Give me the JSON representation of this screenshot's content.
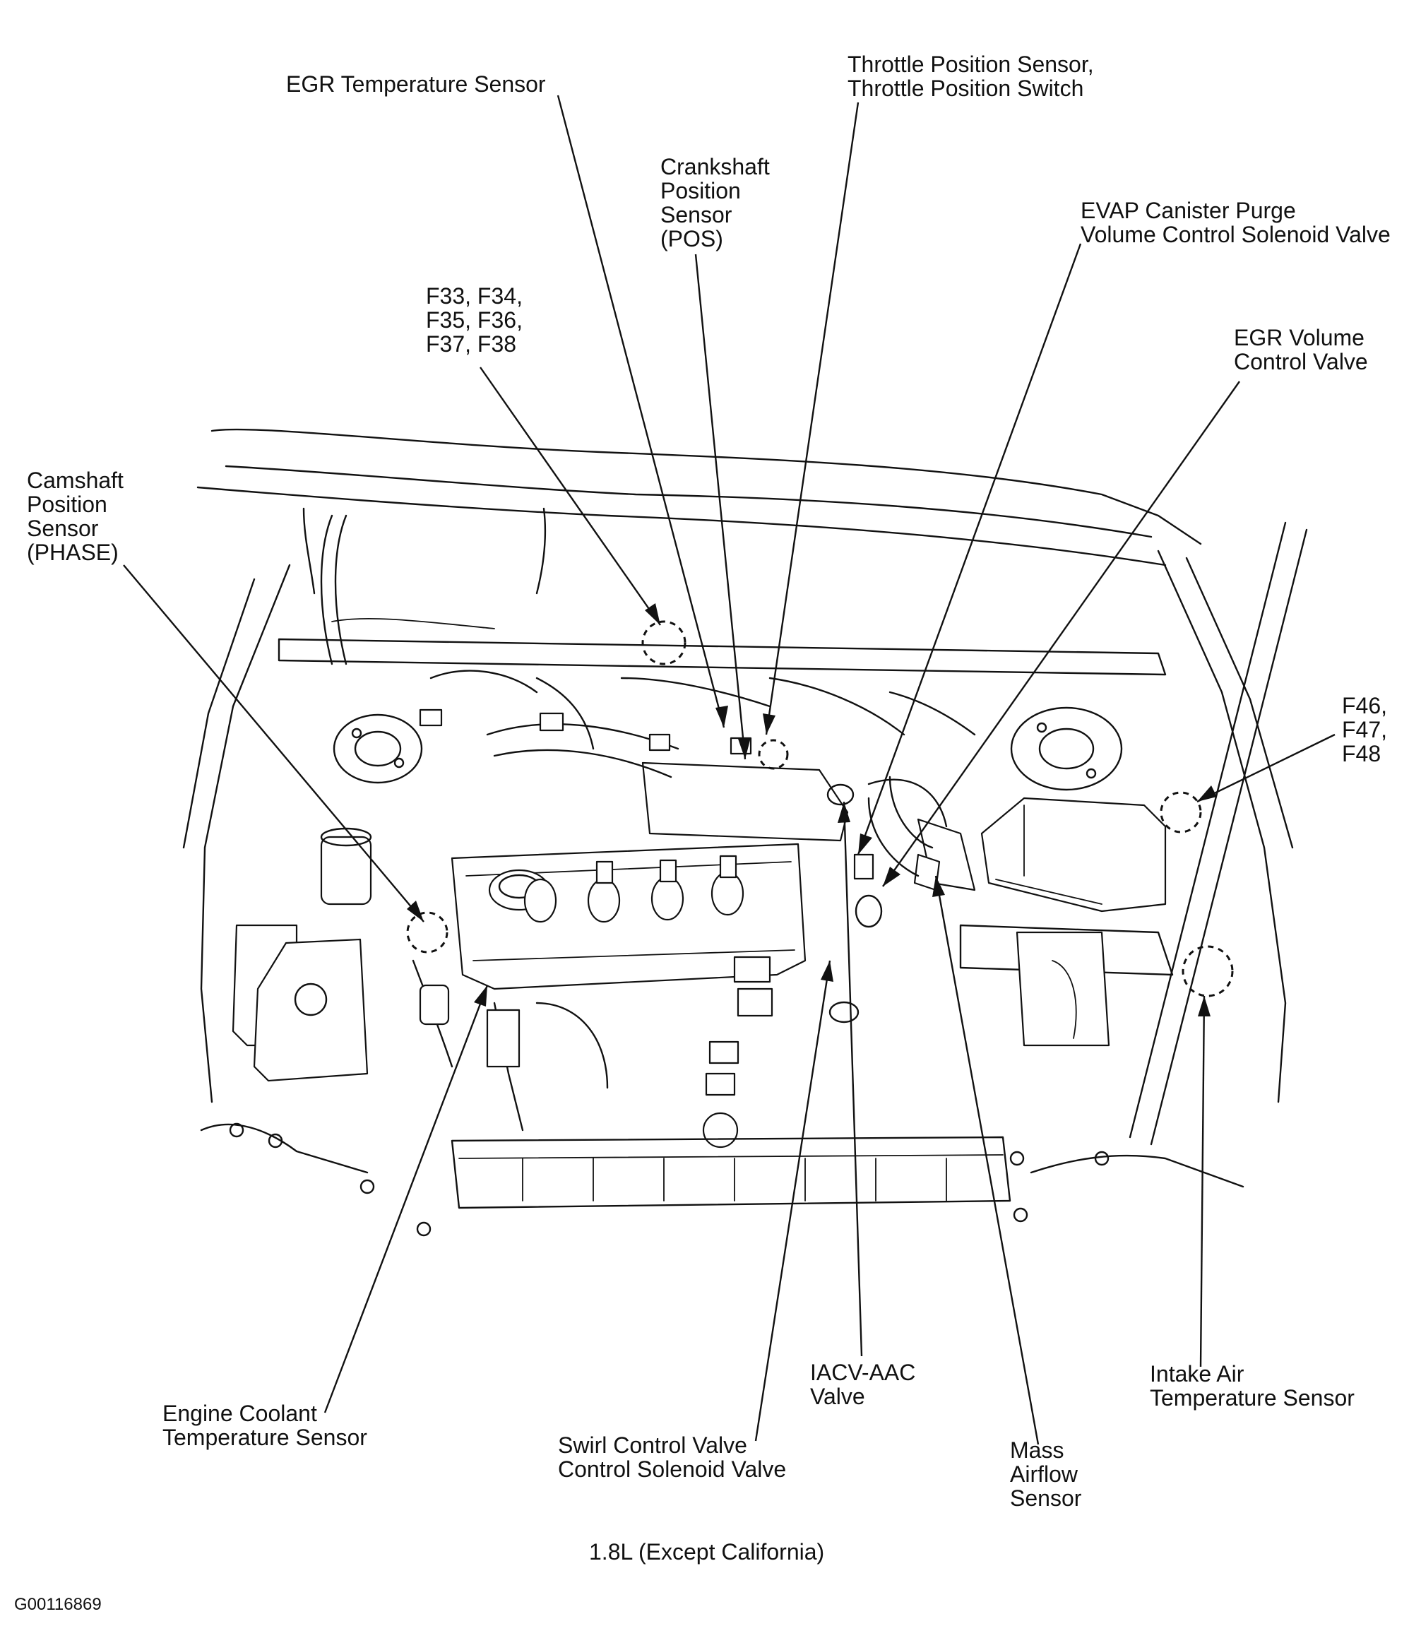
{
  "labels": {
    "egr_temperature_sensor": [
      "EGR Temperature Sensor"
    ],
    "throttle_position_sensor": [
      "Throttle Position Sensor,",
      "Throttle Position Switch"
    ],
    "crankshaft_position_sensor": [
      "Crankshaft",
      "Position",
      "Sensor",
      "(POS)"
    ],
    "evap_canister_purge": [
      "EVAP Canister Purge",
      "Volume Control Solenoid Valve"
    ],
    "connectors_f33_f38": [
      "F33, F34,",
      "F35, F36,",
      "F37, F38"
    ],
    "egr_volume_control_valve": [
      "EGR Volume",
      "Control Valve"
    ],
    "camshaft_position_sensor": [
      "Camshaft",
      "Position",
      "Sensor",
      "(PHASE)"
    ],
    "connectors_f46_f48": [
      "F46,",
      "F47,",
      "F48"
    ],
    "engine_coolant_temperature_sensor": [
      "Engine Coolant",
      "Temperature Sensor"
    ],
    "swirl_control_valve": [
      "Swirl Control Valve",
      "Control Solenoid Valve"
    ],
    "iacv_aac_valve": [
      "IACV-AAC",
      "Valve"
    ],
    "mass_airflow_sensor": [
      "Mass",
      "Airflow",
      "Sensor"
    ],
    "intake_air_temperature_sensor": [
      "Intake Air",
      "Temperature Sensor"
    ]
  },
  "caption": "1.8L (Except California)",
  "figure_id": "G00116869"
}
